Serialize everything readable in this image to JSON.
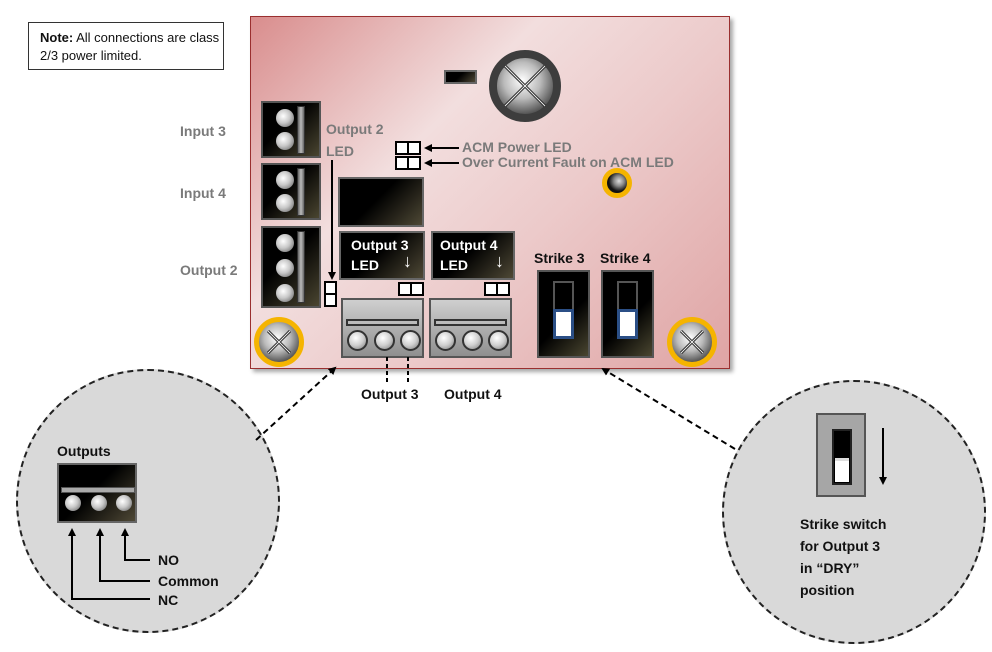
{
  "note": {
    "bold": "Note:",
    "text": " All connections are class 2/3 power limited."
  },
  "board": {
    "left_labels": {
      "input3": "Input 3",
      "input4": "Input 4",
      "output2": "Output 2"
    },
    "output2_led_label": [
      "Output 2",
      "LED"
    ],
    "acm_power_led": "ACM Power LED",
    "over_current_led": "Over Current Fault on ACM LED",
    "output3_led": [
      "Output 3",
      "LED"
    ],
    "output4_led": [
      "Output 4",
      "LED"
    ],
    "strike3": "Strike 3",
    "strike4": "Strike 4",
    "output3_terminal": "Output 3",
    "output4_terminal": "Output 4"
  },
  "callout_left": {
    "title": "Outputs",
    "pins": [
      "NO",
      "Common",
      "NC"
    ]
  },
  "callout_right": {
    "caption": [
      "Strike switch",
      "for Output 3",
      "in “DRY”",
      "position"
    ]
  },
  "colors": {
    "board_border": "#9a2f2f",
    "screw_ring": "#f5b400",
    "switch_slider": "#2b4f86",
    "label_gray": "#7a7a7a"
  }
}
